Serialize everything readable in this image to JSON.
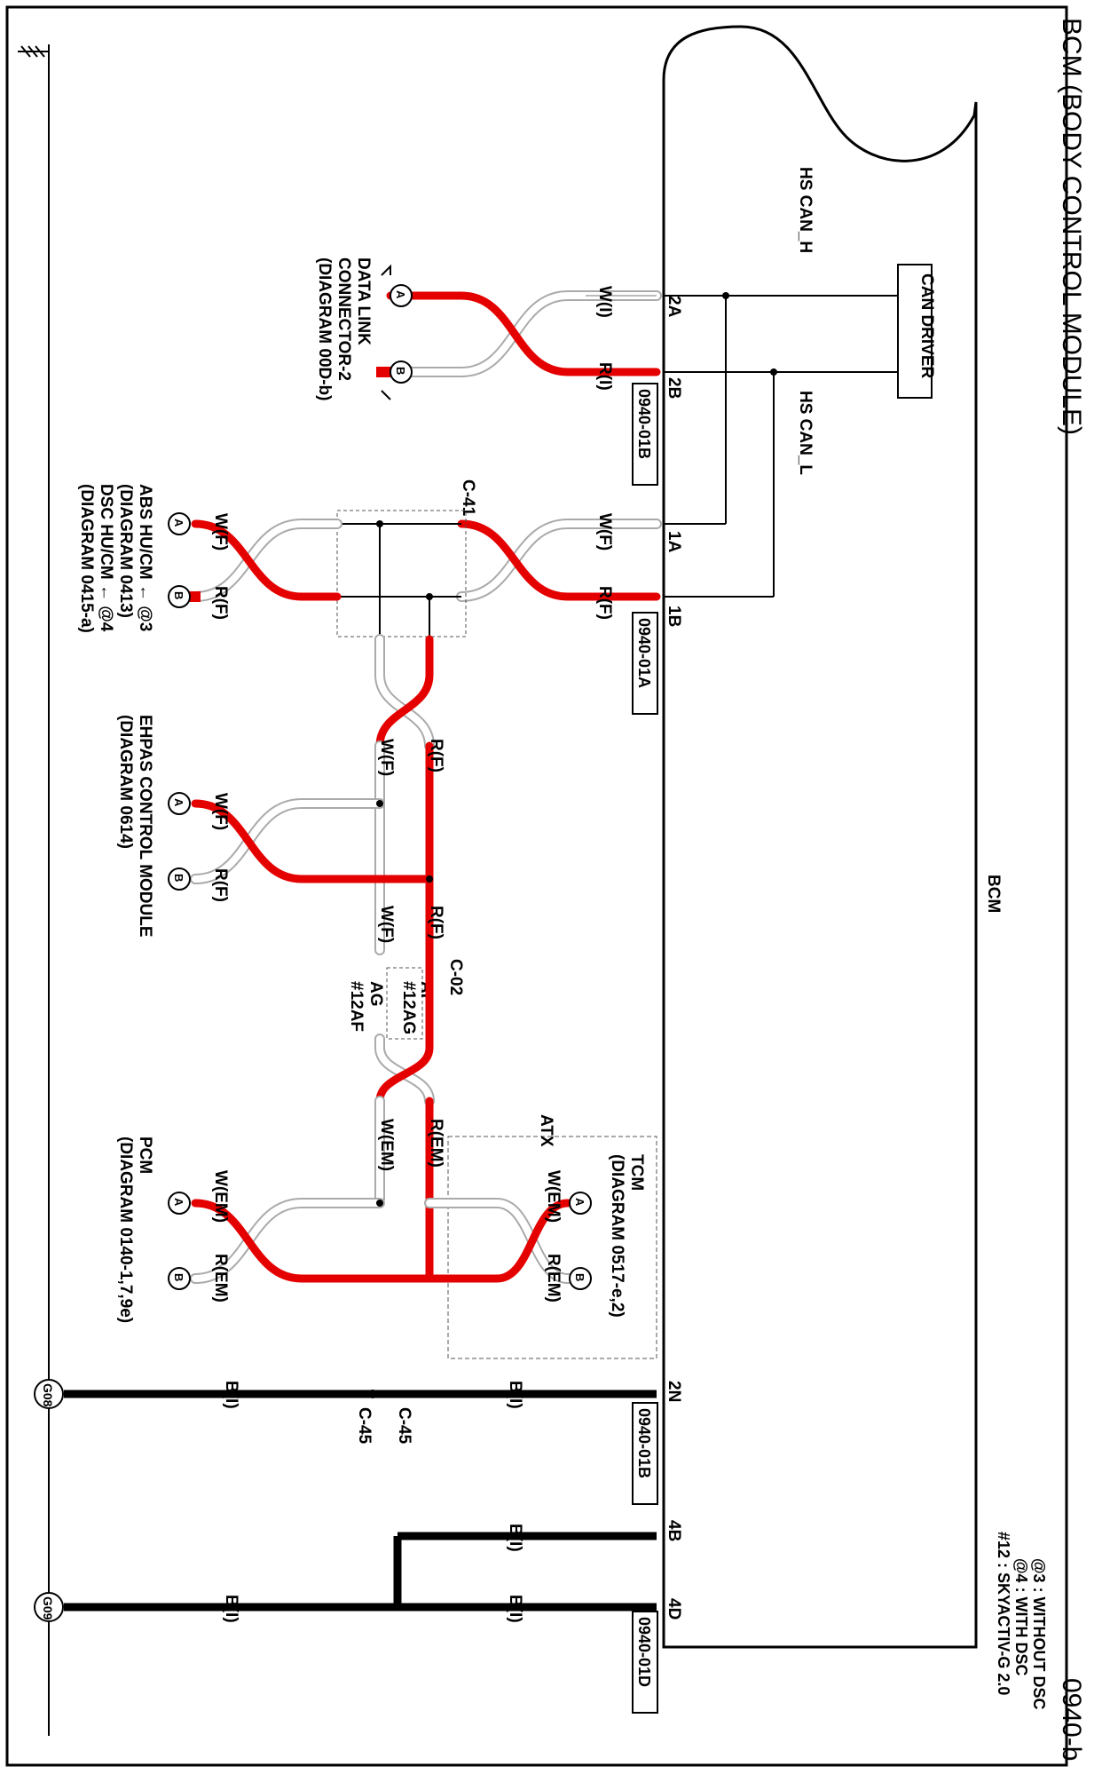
{
  "title": "BCM (BODY CONTROL MODULE)",
  "diagram_id": "0940-b",
  "notes": [
    "@3 : WITHOUT DSC",
    "@4 : WITH DSC",
    "#12 : SKYACTIV-G 2.0"
  ],
  "bcm_label": "BCM",
  "can_driver": "CAN DRIVER",
  "hs_can_h": "HS CAN_H",
  "hs_can_l": "HS CAN_L",
  "pins": {
    "p2a": "2A",
    "p2b": "2B",
    "p1a": "1A",
    "p1b": "1B",
    "p2n": "2N",
    "p4b": "4B",
    "p4d": "4D"
  },
  "connectors": {
    "c01b": "0940-01B",
    "c01a": "0940-01A",
    "c01b2": "0940-01B",
    "c01d": "0940-01D"
  },
  "wires": {
    "wi": "W(I)",
    "ri": "R(I)",
    "wf": "W(F)",
    "rf": "R(F)",
    "wem": "W(EM)",
    "rem": "R(EM)",
    "bi": "B(I)"
  },
  "splices": {
    "c41": "C-41",
    "c02": "C-02",
    "c45": "C-45",
    "af": "AF",
    "ag": "AG",
    "af12": "#12AG",
    "ag12": "#12AF"
  },
  "ground_labels": [
    "G08",
    "G09"
  ],
  "terminals": {
    "a": "A",
    "b": "B"
  },
  "modules": {
    "dlc": [
      "DATA LINK",
      "CONNECTOR-2",
      "(DIAGRAM 00D-b)"
    ],
    "abs": [
      "ABS HU/CM ← @3",
      "(DIAGRAM 0413)",
      "DSC HU/CM ← @4",
      "(DIAGRAM 0415-a)"
    ],
    "ehpas": [
      "EHPAS CONTROL MODULE",
      "(DIAGRAM 0614)"
    ],
    "pcm": [
      "PCM",
      "(DIAGRAM 0140-1,7,9e)"
    ],
    "tcm": [
      "TCM",
      "(DIAGRAM 0517-e,2)"
    ],
    "atx": "ATX"
  }
}
